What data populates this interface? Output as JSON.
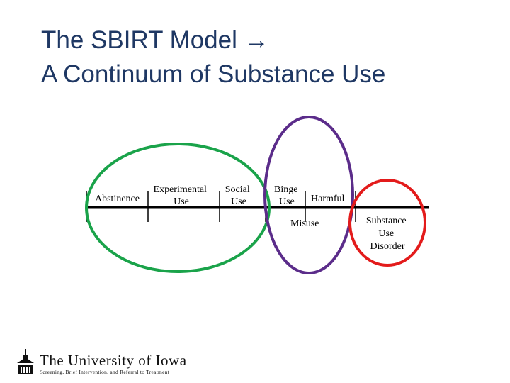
{
  "title": {
    "line1": "The SBIRT Model",
    "arrow_icon": "right-arrow-icon",
    "line2": "A Continuum of Substance Use"
  },
  "continuum": {
    "labels": {
      "abstinence": "Abstinence",
      "experimental": [
        "Experimental",
        "Use"
      ],
      "social": [
        "Social",
        "Use"
      ],
      "binge": [
        "Binge",
        "Use"
      ],
      "harmful": "Harmful",
      "misuse": "Misuse",
      "disorder": [
        "Substance",
        "Use",
        "Disorder"
      ]
    },
    "colors": {
      "green_ellipse": "#1aa34a",
      "purple_ellipse": "#5b2c8a",
      "red_ellipse": "#e31b1b",
      "title": "#1f3864"
    }
  },
  "footer": {
    "university": "The University of Iowa",
    "subtitle": "Screening, Brief Intervention, and Referral to Treatment"
  }
}
